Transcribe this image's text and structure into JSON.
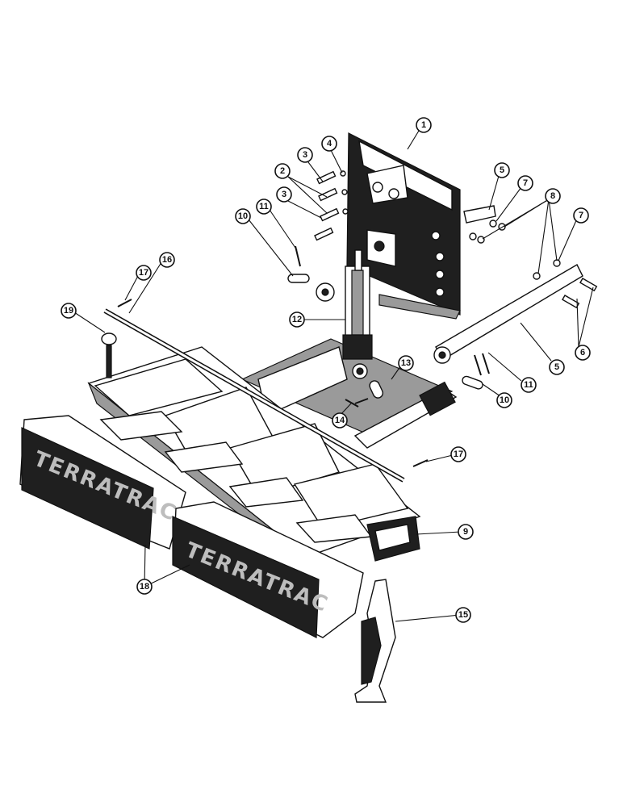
{
  "callouts": [
    {
      "id": "c1",
      "label": "1"
    },
    {
      "id": "c2",
      "label": "2"
    },
    {
      "id": "c3a",
      "label": "3"
    },
    {
      "id": "c3b",
      "label": "3"
    },
    {
      "id": "c4",
      "label": "4"
    },
    {
      "id": "c5a",
      "label": "5"
    },
    {
      "id": "c5b",
      "label": "5"
    },
    {
      "id": "c6",
      "label": "6"
    },
    {
      "id": "c7a",
      "label": "7"
    },
    {
      "id": "c7b",
      "label": "7"
    },
    {
      "id": "c8",
      "label": "8"
    },
    {
      "id": "c9",
      "label": "9"
    },
    {
      "id": "c10a",
      "label": "10"
    },
    {
      "id": "c10b",
      "label": "10"
    },
    {
      "id": "c11a",
      "label": "11"
    },
    {
      "id": "c11b",
      "label": "11"
    },
    {
      "id": "c12",
      "label": "12"
    },
    {
      "id": "c13",
      "label": "13"
    },
    {
      "id": "c14",
      "label": "14"
    },
    {
      "id": "c15",
      "label": "15"
    },
    {
      "id": "c16",
      "label": "16"
    },
    {
      "id": "c17a",
      "label": "17"
    },
    {
      "id": "c17b",
      "label": "17"
    },
    {
      "id": "c18",
      "label": "18"
    },
    {
      "id": "c19",
      "label": "19"
    }
  ],
  "weights": [
    {
      "id": "w1",
      "text": "TERRATRAC"
    },
    {
      "id": "w2",
      "text": "TERRATRAC"
    }
  ]
}
